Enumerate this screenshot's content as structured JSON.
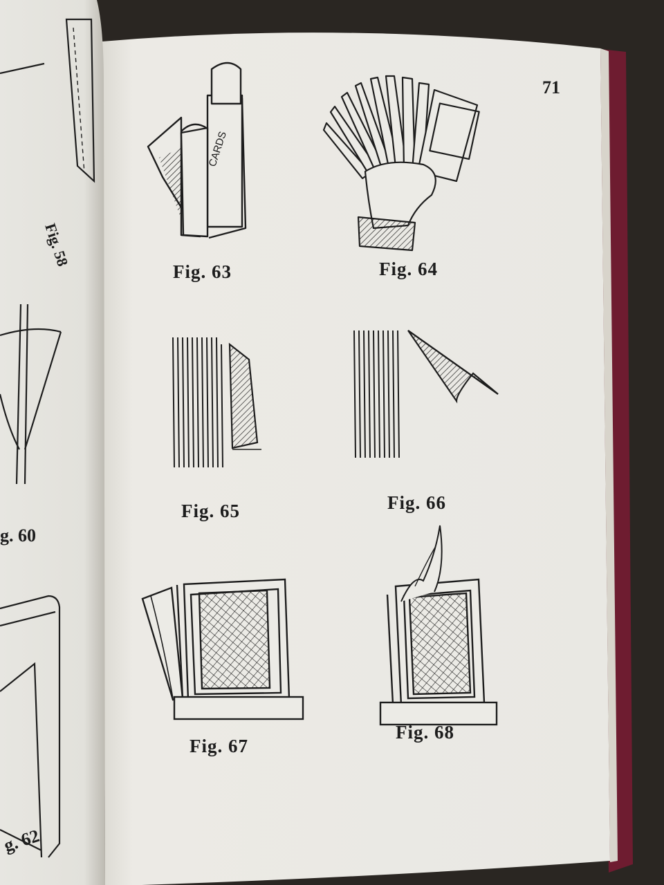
{
  "page_number": "71",
  "colors": {
    "page": "#ecebe6",
    "ink": "#1d1d1d",
    "cover": "#7a1f33",
    "counter": "#2a2622"
  },
  "box_label": "CARDS",
  "figures": [
    {
      "id": "fig-63",
      "caption": "Fig. 63",
      "drawing": "card-box-open-icon"
    },
    {
      "id": "fig-64",
      "caption": "Fig. 64",
      "drawing": "hand-fanned-cards-icon"
    },
    {
      "id": "fig-65",
      "caption": "Fig. 65",
      "drawing": "card-stack-with-flap-icon"
    },
    {
      "id": "fig-66",
      "caption": "Fig. 66",
      "drawing": "card-stack-loose-flap-icon"
    },
    {
      "id": "fig-67",
      "caption": "Fig. 67",
      "drawing": "card-frame-open-flap-icon"
    },
    {
      "id": "fig-68",
      "caption": "Fig. 68",
      "drawing": "card-frame-flame-icon"
    }
  ],
  "left_page_captions": [
    "Fig. 58",
    "g. 60",
    "g. 62"
  ]
}
